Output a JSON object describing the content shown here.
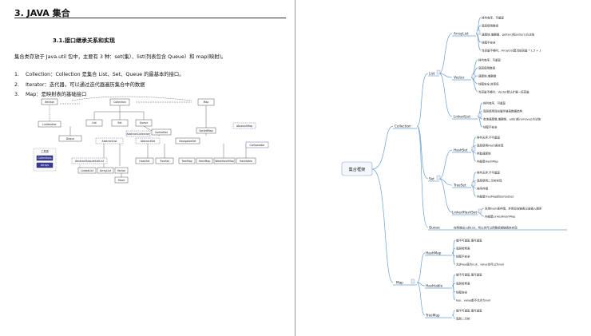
{
  "document": {
    "section_title": "3. JAVA 集合",
    "subsection_title": "3.1.接口继承关系和实现",
    "intro": "集合类存放于 Java.util 包中，主要有 3 种：set(集）、list(列表包含 Queue）和 map(映射)。",
    "list_items": [
      {
        "num": "1.",
        "text": "Collection：Collection 是集合 List、Set、Queue 的最基本的接口。"
      },
      {
        "num": "2.",
        "text": "Iterator：迭代器，可以通过迭代器遍历集合中的数据"
      },
      {
        "num": "3.",
        "text": "Map：是映射表的基础接口"
      }
    ]
  },
  "uml": {
    "labels": {
      "iterator": "Iterator",
      "collection": "Collection",
      "map": "Map",
      "listiterator": "ListIterator",
      "list": "List",
      "set": "Set",
      "queue": "Queue",
      "sortedset": "SortedSet",
      "sortedmap": "SortedMap",
      "abstractmap": "AbstractMap",
      "abstractcollection": "AbstractCollection",
      "abstractlist": "AbstractList",
      "abstractset": "AbstractSet",
      "deque": "Deque",
      "abstractsequentiallist": "AbstractSequentialList",
      "linkedlist": "LinkedList",
      "arraylist": "ArrayList",
      "vector": "Vector",
      "stack": "Stack",
      "hashset": "HashSet",
      "treeset": "TreeSet",
      "navigableset": "NavigableSet",
      "treemap": "TreeMap",
      "hashmap": "HashMap",
      "weakhashmap": "WeakHashMap",
      "hashtable": "Hashtable",
      "collections": "Collections",
      "comparator": "Comparator",
      "tools": "工具类",
      "arrays": "Arrays"
    }
  },
  "mindmap": {
    "root": "集合框架",
    "collection": "Collection",
    "map": "Map",
    "list": "List",
    "set": "Set",
    "queue": "Queue",
    "queue_desc": "在两端出入的List，所以也可以用数组或链表来实现",
    "arraylist": "ArrayList",
    "arraylist_items": [
      "排列有序，可重复",
      "底层使用数组",
      "速度快,增删慢，getter()和setter()方法快",
      "线程不安全",
      "当容量不够时，ArrayList是当前容量 * 1.5 + 1"
    ],
    "vector": "Vector",
    "vector_items": [
      "排列有序，可重复",
      "底层使用数组",
      "速度快,增删慢",
      "线程安全,效率低",
      "当容量不够时，Vector默认扩展一倍容量"
    ],
    "linkedlist": "LinkedList",
    "linkedlist_items": [
      "排列有序，可重复",
      "底层使用双向循环链表数据结构",
      "查询速度慢,增删快，add()和remove()方法快",
      "线程不安全"
    ],
    "hashset": "HashSet",
    "hashset_items": [
      "排列无序,不可重复",
      "底层使用Hash表实现",
      "存取速度快",
      "内部是HashMap"
    ],
    "treeset": "TreeSet",
    "treeset_items": [
      "排列无序,不可重复",
      "底层使用二叉树实现",
      "排序存储",
      "内部是TreeMap的SortedSet"
    ],
    "linkedhashset": "LinkedHashSet",
    "linkedhashset_items": [
      "采用hash表存储，并用双向链表记录插入顺序",
      "内部是LinkedHashMap"
    ],
    "hashmap": "HashMap",
    "hashmap_items": [
      "键不可重复,值可重复",
      "底层哈希表",
      "线程不安全",
      "允许key值为null，value也可以为null"
    ],
    "hashtable": "Hashtable",
    "hashtable_items": [
      "键不可重复,值可重复",
      "底层哈希表",
      "线程安全",
      "key、value都不允许为null"
    ],
    "treemap": "TreeMap",
    "treemap_items": [
      "键不可重复,值可重复",
      "底层二叉树"
    ],
    "colors": {
      "line": "#6a9fd0",
      "root_border": "#8aa7c4",
      "root_fill": "#f4f7fb"
    }
  }
}
